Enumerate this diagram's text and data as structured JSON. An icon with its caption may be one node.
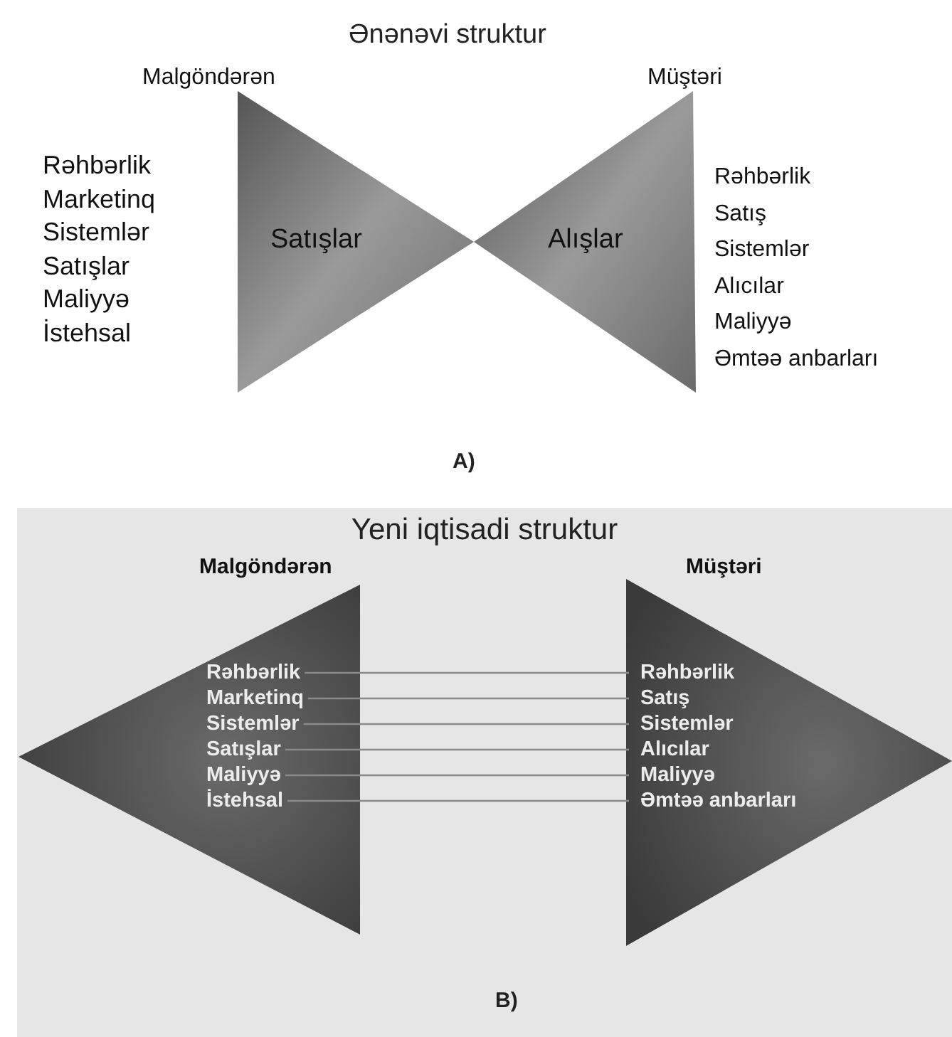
{
  "diagram": {
    "nodes": [
      {
        "text": [
          "Malgöndərən",
          "Satışlar"
        ],
        "beside": [
          "Rəhbərlik",
          "Marketinq",
          "Sistemlər",
          "Satışlar",
          "Maliyyə",
          "İstehsal"
        ]
      },
      {
        "text": [
          "Müştəri",
          "Alışlar"
        ],
        "beside": [
          "Rəhbərlik",
          "Satış",
          "Sistemlər",
          "Alıcılar",
          "Maliyyə",
          "Əmtəə anbarları"
        ]
      },
      {
        "text": [
          "Yeni iqtisadi struktur",
          "B)"
        ]
      },
      {
        "text": [
          "Malgöndərən"
        ],
        "in": 2
      },
      {
        "text": [
          "Rəhbərlik"
        ],
        "in": 3
      },
      {
        "text": [
          "Marketinq"
        ],
        "in": 3
      },
      {
        "text": [
          "Sistemlər"
        ],
        "in": 3
      },
      {
        "text": [
          "Satışlar"
        ],
        "in": 3
      },
      {
        "text": [
          "Maliyyə"
        ],
        "in": 3
      },
      {
        "text": [
          "İstehsal"
        ],
        "in": 3
      },
      {
        "text": [
          "Müştəri"
        ],
        "in": 2
      },
      {
        "text": [
          "Rəhbərlik"
        ],
        "in": 10
      },
      {
        "text": [
          "Satış"
        ],
        "in": 10
      },
      {
        "text": [
          "Sistemlər"
        ],
        "in": 10
      },
      {
        "text": [
          "Alıcılar"
        ],
        "in": 10
      },
      {
        "text": [
          "Maliyyə"
        ],
        "in": 10
      },
      {
        "text": [
          "Əmtəə anbarları"
        ],
        "in": 10
      }
    ],
    "edges": [
      {
        "from": 4,
        "to": 11,
        "arrow": "none"
      },
      {
        "from": 5,
        "to": 12,
        "arrow": "none"
      },
      {
        "from": 6,
        "to": 13,
        "arrow": "none"
      },
      {
        "from": 7,
        "to": 14,
        "arrow": "none"
      },
      {
        "from": 8,
        "to": 15,
        "arrow": "none"
      },
      {
        "from": 9,
        "to": 16,
        "arrow": "none"
      }
    ],
    "labels": [
      "Ənənəvi struktur",
      "A)"
    ]
  }
}
